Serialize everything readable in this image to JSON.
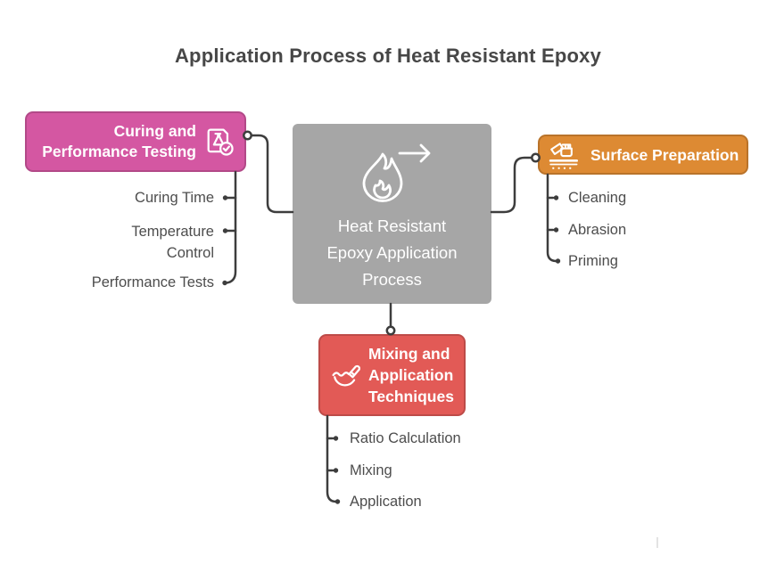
{
  "title": "Application Process of Heat Resistant Epoxy",
  "colors": {
    "center": "#a6a6a6",
    "curing": "#d457a2",
    "surface": "#dd8a33",
    "mixing": "#e25a56",
    "connector": "#3d3d3d",
    "item_text": "#4d4d4d",
    "title_text": "#474747"
  },
  "center": {
    "label": "Heat Resistant Epoxy Application Process",
    "lines": [
      "Heat Resistant",
      "Epoxy Application",
      "Process"
    ],
    "icon": "flame-icon"
  },
  "branches": {
    "curing": {
      "label": "Curing and Performance Testing",
      "lines": [
        "Curing and",
        "Performance Testing"
      ],
      "icon": "test-checklist-icon",
      "items": [
        "Curing Time",
        "Temperature Control",
        "Performance Tests"
      ]
    },
    "surface": {
      "label": "Surface Preparation",
      "icon": "surface-sander-icon",
      "items": [
        "Cleaning",
        "Abrasion",
        "Priming"
      ]
    },
    "mixing": {
      "label": "Mixing and Application Techniques",
      "lines": [
        "Mixing and",
        "Application",
        "Techniques"
      ],
      "icon": "mixing-brush-icon",
      "items": [
        "Ratio Calculation",
        "Mixing",
        "Application"
      ]
    }
  }
}
